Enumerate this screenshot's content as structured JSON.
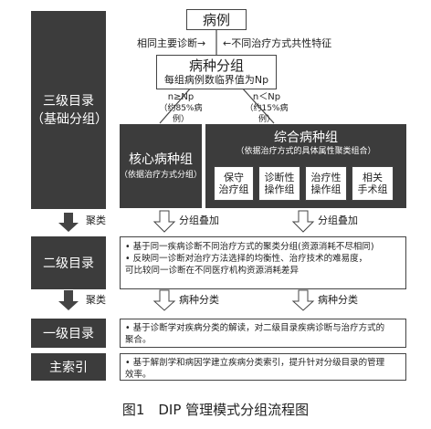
{
  "top": {
    "case": "病例",
    "same_diag": "相同主要诊断→",
    "diff_treat": "←不同治疗方式共性特征",
    "group_title": "病种分组",
    "group_sub": "每组病例数临界值为Np"
  },
  "split": {
    "left_cond": "n≥Np",
    "left_pct": "（约85%病例）",
    "right_cond": "n＜Np",
    "right_pct": "（约15%病例）"
  },
  "core": {
    "title": "核心病种组",
    "sub": "（依据治疗方式分组）"
  },
  "comp": {
    "title": "综合病种组",
    "sub": "（依据治疗方式的具体属性聚类组合）",
    "items": [
      "保守\n治疗组",
      "诊断性\n操作组",
      "治疗性\n操作组",
      "相关\n手术组"
    ]
  },
  "levels": {
    "l3": "三级目录\n（基础分组）",
    "l2": "二级目录",
    "l1": "一级目录",
    "main": "主索引"
  },
  "arrows": {
    "cluster1": "聚类",
    "stack1": "分组叠加",
    "stack2": "分组叠加",
    "cluster2": "聚类",
    "disease1": "病种分类",
    "disease2": "病种分类"
  },
  "l2_bullets": [
    "• 基于同一疾病诊断不同治疗方式的聚类分组(资源消耗不尽相同)",
    "• 反映同一诊断对治疗方法选择的均衡性、治疗技术的难易度，\n   可比较同一诊断在不同医疗机构资源消耗差异"
  ],
  "l1_bullet": "• 基于诊断学对疾病分类的解读，对二级目录疾病诊断与治疗方式的\n   聚合。",
  "main_bullet": "• 基于解剖学和病因学建立疾病分类索引，提升针对分级目录的管理\n   效率。",
  "caption": "图1　DIP 管理模式分组流程图"
}
